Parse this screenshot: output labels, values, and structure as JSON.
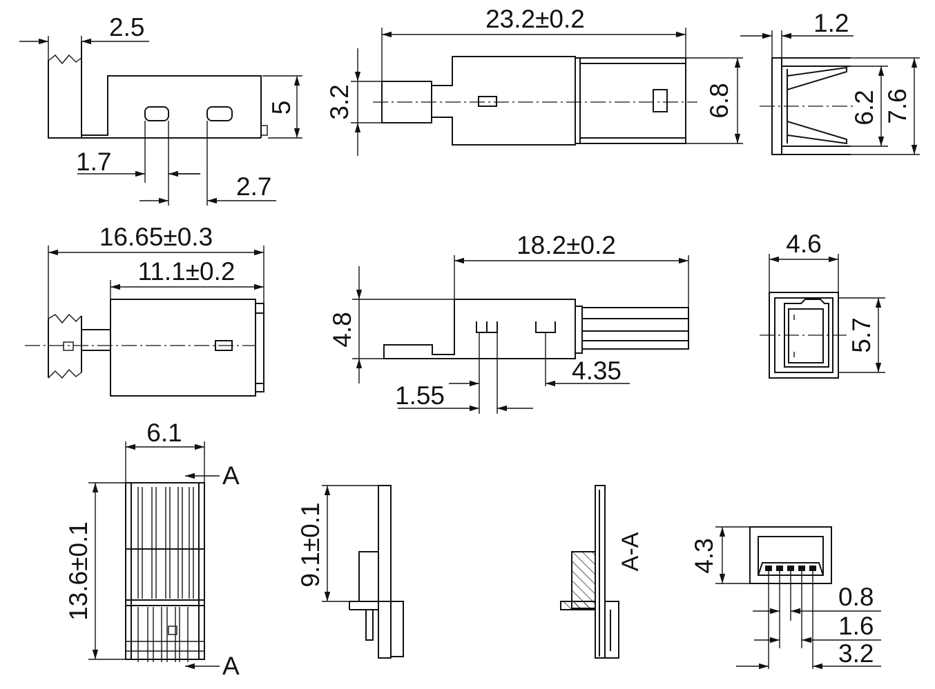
{
  "dimensions": {
    "view1_dim_2_5": "2.5",
    "view1_dim_5": "5",
    "view1_dim_1_7": "1.7",
    "view1_dim_2_7": "2.7",
    "view2_dim_23_2": "23.2±0.2",
    "view2_dim_3_2": "3.2",
    "view2_dim_6_8": "6.8",
    "view3_dim_1_2": "1.2",
    "view3_dim_6_2": "6.2",
    "view3_dim_7_6": "7.6",
    "view4_dim_16_65": "16.65±0.3",
    "view4_dim_11_1": "11.1±0.2",
    "view5_dim_18_2": "18.2±0.2",
    "view5_dim_4_8": "4.8",
    "view5_dim_1_55": "1.55",
    "view5_dim_4_35": "4.35",
    "view6_dim_4_6": "4.6",
    "view6_dim_5_7": "5.7",
    "view7_dim_6_1": "6.1",
    "view7_dim_13_6": "13.6±0.1",
    "view8_dim_9_1": "9.1±0.1",
    "view10_dim_4_3": "4.3",
    "view10_dim_0_8": "0.8",
    "view10_dim_1_6": "1.6",
    "view10_dim_3_2": "3.2"
  },
  "section_labels": {
    "cut_top": "A",
    "cut_bottom": "A",
    "section_title": "A-A"
  }
}
